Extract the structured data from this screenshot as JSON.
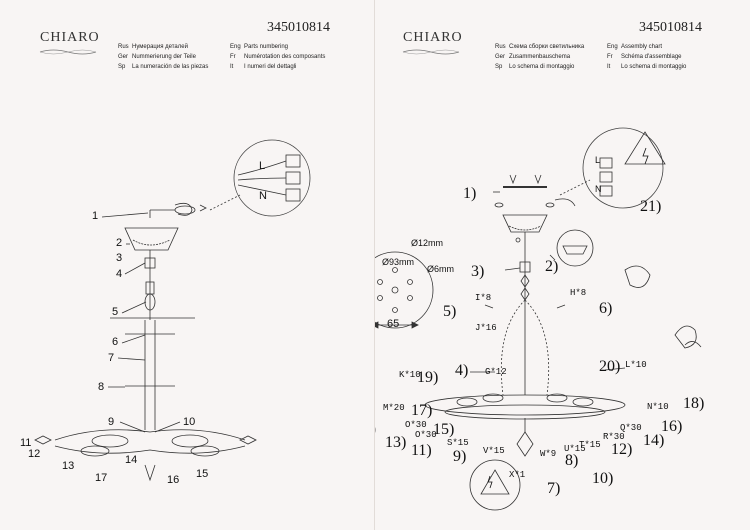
{
  "left_page": {
    "brand": "CHIARO",
    "doc_number": "345010814",
    "languages": [
      {
        "code": "Rus",
        "text": "Нумерация деталей"
      },
      {
        "code": "Eng",
        "text": "Parts numbering"
      },
      {
        "code": "Ger",
        "text": "Nummerierung der Teile"
      },
      {
        "code": "Fr",
        "text": "Numérotation des composants"
      },
      {
        "code": "Sp",
        "text": "La numeración de las piezas"
      },
      {
        "code": "It",
        "text": "I numeri del dettagli"
      }
    ],
    "terminal_labels": [
      "L",
      "N"
    ],
    "part_labels": [
      "1",
      "2",
      "3",
      "4",
      "5",
      "6",
      "7",
      "8",
      "9",
      "10",
      "11",
      "12",
      "13",
      "14",
      "15",
      "16",
      "17"
    ]
  },
  "right_page": {
    "brand": "CHIARO",
    "doc_number": "345010814",
    "languages": [
      {
        "code": "Rus",
        "text": "Схема сборки светильника"
      },
      {
        "code": "Eng",
        "text": "Assembly chart"
      },
      {
        "code": "Ger",
        "text": "Zusammenbauschema"
      },
      {
        "code": "Fr",
        "text": "Schéma d'assemblage"
      },
      {
        "code": "Sp",
        "text": "Lo schema di montaggio"
      },
      {
        "code": "It",
        "text": "Lo schema di montaggio"
      }
    ],
    "terminal_labels": [
      "L",
      "N"
    ],
    "mount_plate": {
      "dia_top": "Ø12mm",
      "dia_left": "Ø93mm",
      "dia_right": "Ø6mm",
      "width": "65"
    },
    "step_labels": {
      "s1": "1)",
      "s2": "2)",
      "s3": "3)",
      "s4": "4)",
      "s5": "5)",
      "s6": "6)",
      "s7": "7)",
      "s8": "8)",
      "s9": "9)",
      "s10": "10)",
      "s11": "11)",
      "s12": "12)",
      "s13": "13)",
      "s14": "14)",
      "s15": "15)",
      "s16": "16)",
      "s17": "17)",
      "s18": "18)",
      "s19": "19)",
      "s20": "20)",
      "s21": "21)"
    },
    "part_codes": {
      "i8": "I*8",
      "h8": "H*8",
      "j16": "J*16",
      "g12": "G*12",
      "l10": "L*10",
      "k10": "K*10",
      "m20": "M*20",
      "n10": "N*10",
      "o30a": "O*30",
      "o30b": "O*30",
      "s15": "S*15",
      "v15": "V*15",
      "w9": "W*9",
      "u15": "U*15",
      "t15": "T*15",
      "r30": "R*30",
      "q30": "Q*30",
      "x1": "X*1"
    }
  }
}
